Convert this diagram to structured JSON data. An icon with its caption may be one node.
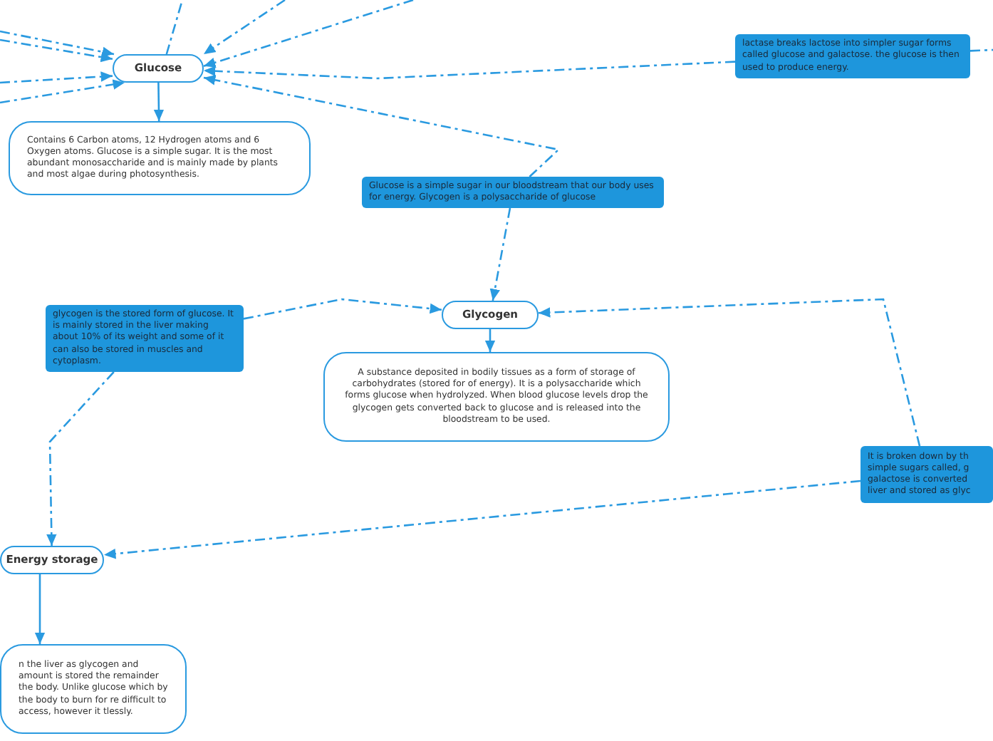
{
  "diagram": {
    "nodes": [
      {
        "text": [
          "Glucose"
        ]
      },
      {
        "text": [
          "Contains 6 Carbon atoms, 12 Hydrogen atoms and 6 Oxygen atoms. Glucose is a simple sugar. It is the most abundant monosaccharide and is mainly made by plants and most algae during photosynthesis."
        ]
      },
      {
        "text": [
          "lactase breaks lactose into simpler sugar forms called glucose and galactose. the glucose is then used to produce energy."
        ]
      },
      {
        "text": [
          "Glucose is a simple sugar in our bloodstream that our body uses for energy. Glycogen is a polysaccharide of glucose"
        ]
      },
      {
        "text": [
          "glycogen is the stored form of glucose. It is mainly stored in the liver making about 10% of its weight and some of it can also be stored in muscles and cytoplasm."
        ]
      },
      {
        "text": [
          "Glycogen"
        ]
      },
      {
        "text": [
          "A substance deposited in bodily tissues as a form of storage of carbohydrates (stored for of energy). It is a polysaccharide which forms glucose when hydrolyzed. When blood glucose levels drop the glycogen gets converted back to glucose and is released into the bloodstream to be used."
        ]
      },
      {
        "text": [
          "It is broken down by th simple sugars called, g galactose is converted liver and stored as glyc"
        ]
      },
      {
        "text": [
          "Energy storage"
        ]
      },
      {
        "text": [
          "n the liver as glycogen and amount is stored the remainder the body. Unlike glucose which by the body to burn for re difficult to access, however it tlessly."
        ]
      }
    ],
    "edges": [
      {
        "from": null,
        "to": 0,
        "arrow": "to",
        "style": "dashed"
      },
      {
        "from": null,
        "to": 0,
        "arrow": "to",
        "style": "dashed"
      },
      {
        "from": null,
        "to": 0,
        "arrow": "to",
        "style": "dashed"
      },
      {
        "from": null,
        "to": 0,
        "arrow": "to",
        "style": "dashed"
      },
      {
        "from": 0,
        "to": null,
        "arrow": "none",
        "style": "dashed"
      },
      {
        "from": null,
        "to": 0,
        "arrow": "to",
        "style": "dashed"
      },
      {
        "from": null,
        "to": 0,
        "arrow": "to",
        "style": "dashed"
      },
      {
        "from": 2,
        "to": 0,
        "arrow": "to",
        "style": "dashed"
      },
      {
        "from": 2,
        "to": null,
        "arrow": "none",
        "style": "dashed"
      },
      {
        "from": 0,
        "to": 1,
        "arrow": "to"
      },
      {
        "from": 3,
        "to": 0,
        "arrow": "to",
        "style": "dashed"
      },
      {
        "from": 3,
        "to": 5,
        "arrow": "to",
        "style": "dashed"
      },
      {
        "from": 4,
        "to": 5,
        "arrow": "to",
        "style": "dashed"
      },
      {
        "from": 5,
        "to": 6,
        "arrow": "to"
      },
      {
        "from": 7,
        "to": 5,
        "arrow": "to",
        "style": "dashed"
      },
      {
        "from": 4,
        "to": 8,
        "arrow": "to",
        "style": "dashed"
      },
      {
        "from": 7,
        "to": 8,
        "arrow": "to",
        "style": "dashed"
      },
      {
        "from": 8,
        "to": 9,
        "arrow": "to"
      }
    ]
  }
}
